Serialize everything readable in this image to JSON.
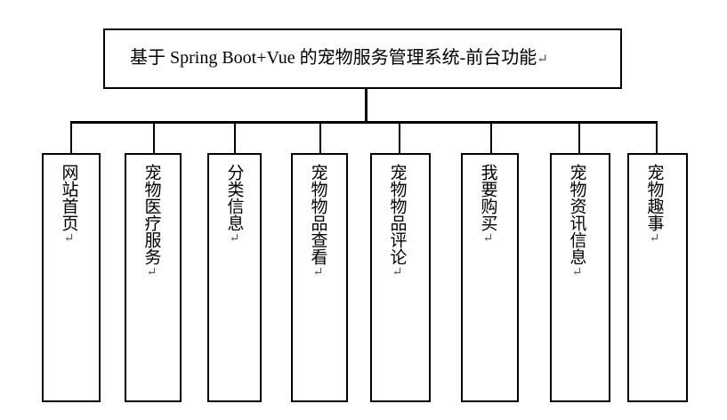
{
  "root": {
    "title": "基于 Spring Boot+Vue 的宠物服务管理系统-前台功能",
    "return_mark": "↵"
  },
  "children": [
    {
      "label": "网站首页",
      "return_mark": "↵"
    },
    {
      "label": "宠物医疗服务",
      "return_mark": "↵"
    },
    {
      "label": "分类信息",
      "return_mark": "↵"
    },
    {
      "label": "宠物物品查看",
      "return_mark": "↵"
    },
    {
      "label": "宠物物品评论",
      "return_mark": "↵"
    },
    {
      "label": "我要购买",
      "return_mark": "↵"
    },
    {
      "label": "宠物资讯信息",
      "return_mark": "↵"
    },
    {
      "label": "宠物趣事",
      "return_mark": "↵"
    }
  ]
}
